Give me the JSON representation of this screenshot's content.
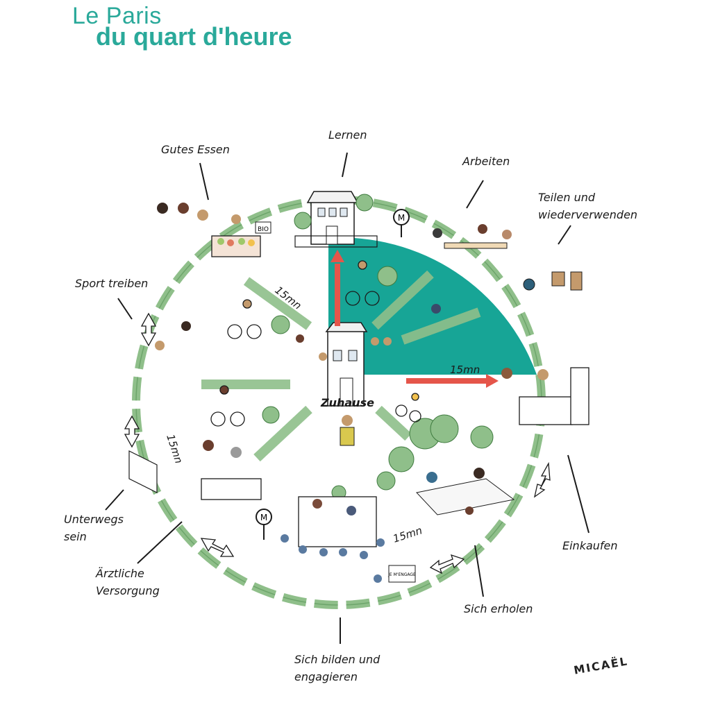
{
  "title": {
    "line1": "Le Paris",
    "line2": "du quart d'heure"
  },
  "center": {
    "label": "Zuhause"
  },
  "themes": {
    "lernen": "Lernen",
    "arbeiten": "Arbeiten",
    "teilen_line1": "Teilen und",
    "teilen_line2": "wiederverwenden",
    "gutes_essen": "Gutes Essen",
    "sport": "Sport treiben",
    "unterwegs_line1": "Unterwegs",
    "unterwegs_line2": "sein",
    "aerztlich_line1": "Ärztliche",
    "aerztlich_line2": "Versorgung",
    "sich_bilden_line1": "Sich bilden und",
    "sich_bilden_line2": "engagieren",
    "sich_erholen": "Sich erholen",
    "einkaufen": "Einkaufen"
  },
  "distance_labels": {
    "nw": "15mn",
    "east": "15mn",
    "west": "15mn",
    "south": "15mn"
  },
  "signs": {
    "metro_north": "M",
    "metro_south": "M",
    "bio": "BIO",
    "engage": "JE M'ENGAGE"
  },
  "signature": "MICAËL",
  "colors": {
    "title": "#2aa99a",
    "quadrant": "#17a596",
    "road": "#8fbf8a",
    "arrow": "#e5554a"
  }
}
